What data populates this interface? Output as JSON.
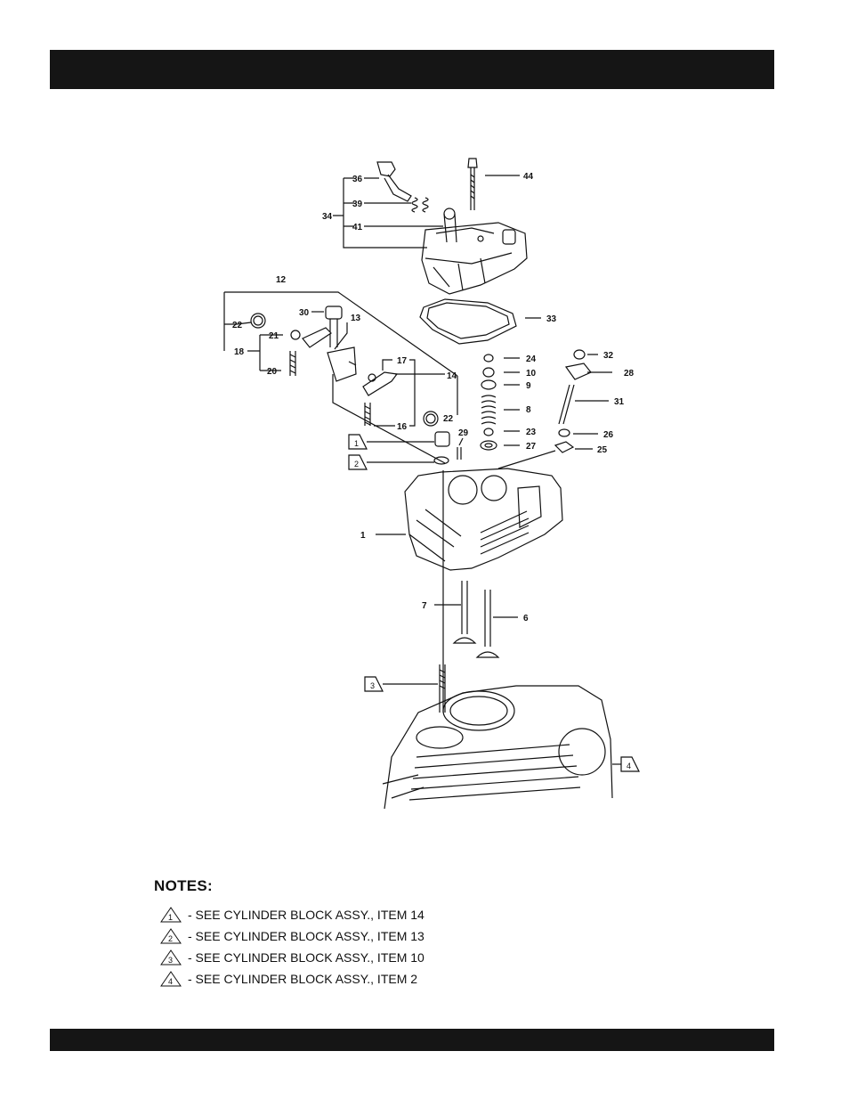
{
  "header": {
    "title": ""
  },
  "footer": {
    "text": ""
  },
  "callouts": [
    "1",
    "2",
    "3",
    "4",
    "6",
    "7",
    "8",
    "9",
    "10",
    "12",
    "13",
    "14",
    "16",
    "17",
    "18",
    "20",
    "21",
    "22",
    "22",
    "23",
    "24",
    "25",
    "26",
    "27",
    "28",
    "29",
    "30",
    "31",
    "32",
    "33",
    "34",
    "36",
    "39",
    "41",
    "44"
  ],
  "reference_markers": [
    "1",
    "2",
    "3",
    "4"
  ],
  "notes": {
    "title": "NOTES:",
    "items": [
      {
        "marker": "1",
        "text": "- SEE CYLINDER BLOCK  ASSY., ITEM 14"
      },
      {
        "marker": "2",
        "text": "- SEE CYLINDER BLOCK ASSY., ITEM 13"
      },
      {
        "marker": "3",
        "text": "- SEE CYLINDER BLOCK ASSY., ITEM 10"
      },
      {
        "marker": "4",
        "text": "- SEE CYLINDER BLOCK ASSY., ITEM 2"
      }
    ]
  }
}
